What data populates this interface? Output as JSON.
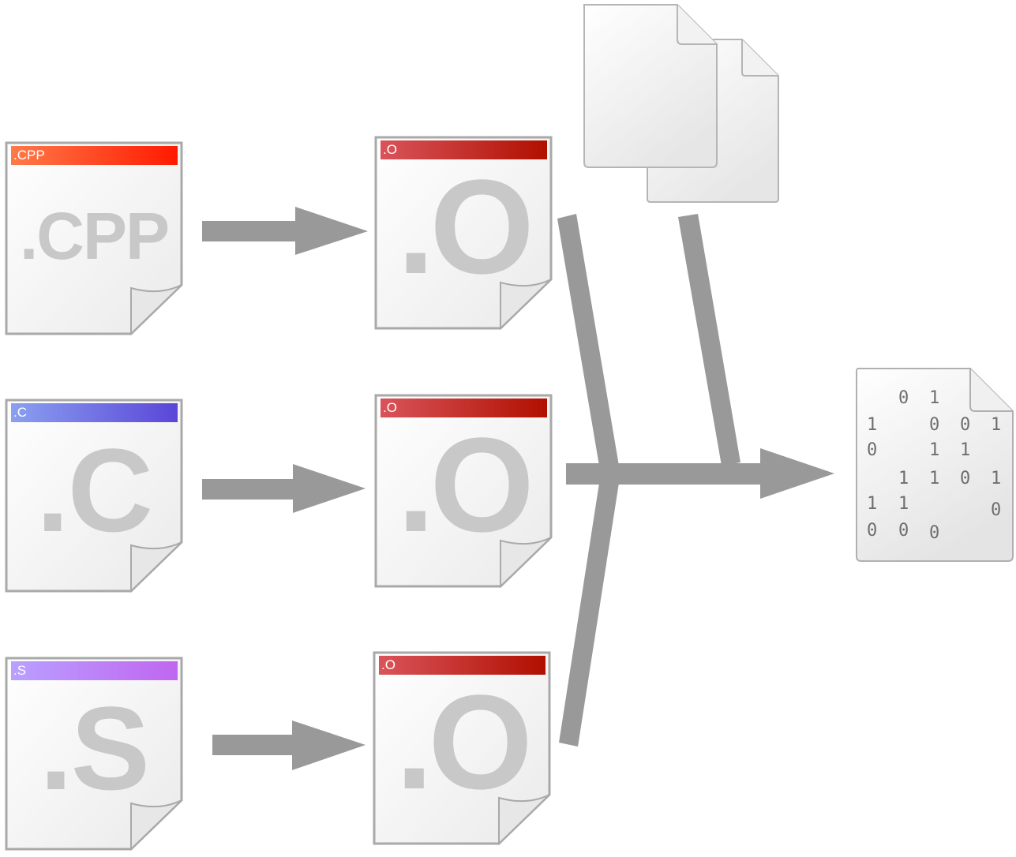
{
  "sources": [
    {
      "tag": ".CPP",
      "big": ".CPP",
      "gradient": [
        "#ff7a4a",
        "#ff1a00"
      ]
    },
    {
      "tag": ".C",
      "big": ".C",
      "gradient": [
        "#8aa0f0",
        "#5a46d8"
      ]
    },
    {
      "tag": ".S",
      "big": ".S",
      "gradient": [
        "#b9a0ff",
        "#c066f0"
      ]
    }
  ],
  "objects": [
    {
      "tag": ".O",
      "big": ".O"
    },
    {
      "tag": ".O",
      "big": ".O"
    },
    {
      "tag": ".O",
      "big": ".O"
    }
  ],
  "object_gradient": [
    "#d9545a",
    "#b00f00"
  ],
  "libraries": {
    "icon": "document-stack-icon"
  },
  "executable": {
    "icon": "binary-file-icon",
    "bits": [
      "0",
      "1",
      "1",
      "0",
      "0",
      "1",
      "0",
      "1",
      "1",
      "1",
      "1",
      "0",
      "1",
      "1",
      "1",
      "0",
      "0",
      "0",
      "0"
    ]
  },
  "arrow_color": "#999999"
}
